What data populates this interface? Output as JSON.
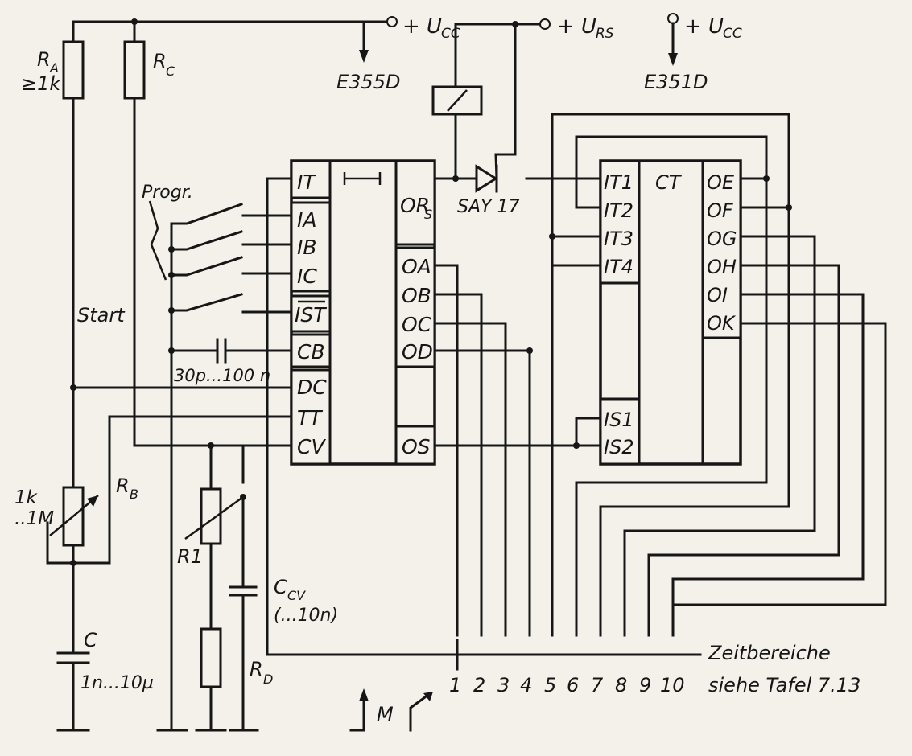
{
  "supplies": {
    "ucc1": "+ U",
    "ucc1_sub": "CC",
    "urs": "+ U",
    "urs_sub": "RS",
    "ucc2": "+ U",
    "ucc2_sub": "CC",
    "ic1_name": "E355D",
    "ic2_name": "E351D"
  },
  "ic1": {
    "left_pins": [
      "IT",
      "IA",
      "IB",
      "IC",
      "IST",
      "CB",
      "DC",
      "TT",
      "CV"
    ],
    "right_pins": [
      "OR",
      "OA",
      "OB",
      "OC",
      "OD",
      "OS"
    ],
    "right_pin0_sub": "S"
  },
  "ic2": {
    "left_pins": [
      "IT1",
      "IT2",
      "IT3",
      "IT4",
      "IS1",
      "IS2"
    ],
    "center": "CT",
    "right_pins": [
      "OE",
      "OF",
      "OG",
      "OH",
      "OI",
      "OK"
    ]
  },
  "components": {
    "ra": "R",
    "ra_sub": "A",
    "ra_value": "≥1k",
    "rc": "R",
    "rc_sub": "C",
    "rb": "R",
    "rb_sub": "B",
    "rb_value_1": "1k",
    "rb_value_2": "..1M",
    "c": "C",
    "c_value": "1n...10µ",
    "r1": "R1",
    "rd": "R",
    "rd_sub": "D",
    "ccv": "C",
    "ccv_sub": "CV",
    "ccv_value": "(...10n)",
    "cb_value": "30p...100 n",
    "diode": "SAY 17",
    "progr": "Progr.",
    "start": "Start",
    "ground": "M"
  },
  "outputs": {
    "numbers": [
      "1",
      "2",
      "3",
      "4",
      "5",
      "6",
      "7",
      "8",
      "9",
      "10"
    ],
    "note_line1": "Zeitbereiche",
    "note_line2": "siehe Tafel 7.13"
  }
}
